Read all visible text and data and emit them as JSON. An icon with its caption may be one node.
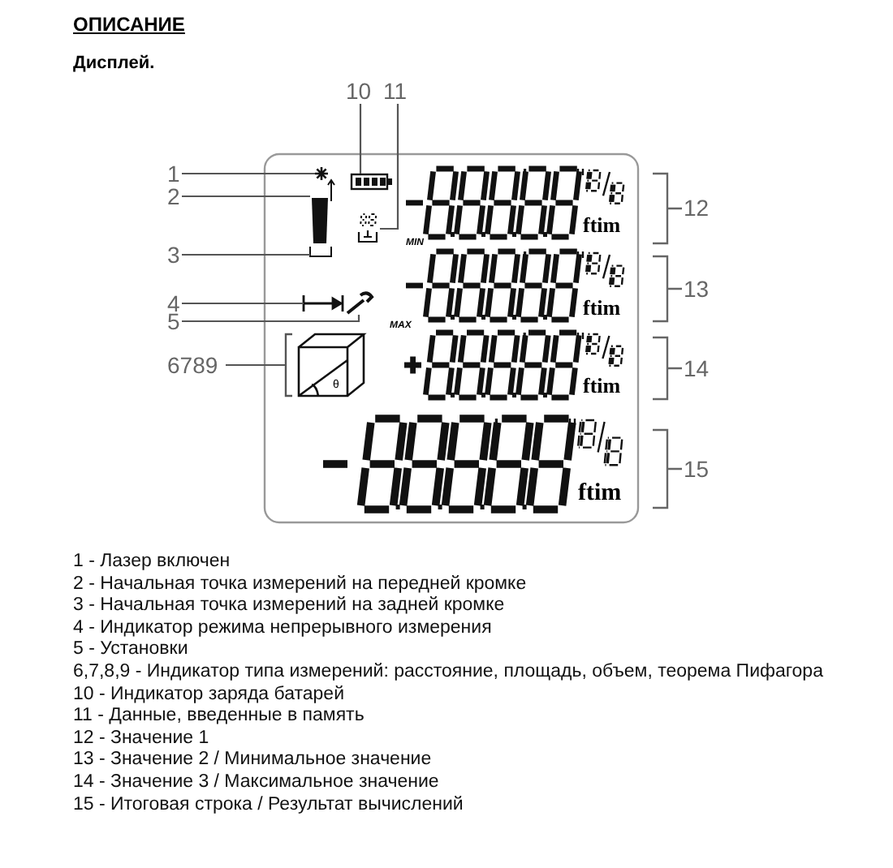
{
  "diagram": {
    "title": "ОПИСАНИЕ",
    "nodes": [
      {
        "text": [
          "1"
        ]
      },
      {
        "text": [
          "2"
        ]
      },
      {
        "text": [
          "3"
        ]
      },
      {
        "text": [
          "4"
        ]
      },
      {
        "text": [
          "5"
        ]
      },
      {
        "text": [
          "6789"
        ]
      },
      {
        "text": [
          "10"
        ]
      },
      {
        "text": [
          "11"
        ]
      },
      {
        "text": [],
        "shape": "star"
      },
      {
        "text": [],
        "shape": "bar"
      },
      {
        "text": [],
        "shape": "arrow"
      },
      {
        "text": [],
        "shape": "wrench"
      },
      {
        "text": [],
        "shape": "cube"
      },
      {
        "text": [],
        "shape": "battery"
      },
      {
        "text": [],
        "shape": "box"
      }
    ],
    "edges": [
      {
        "from": 0,
        "to": 8,
        "arrow": "none"
      },
      {
        "from": 1,
        "to": 9,
        "arrow": "none"
      },
      {
        "from": 2,
        "to": 9,
        "arrow": "none"
      },
      {
        "from": 3,
        "to": 10,
        "arrow": "none"
      },
      {
        "from": 4,
        "to": 11,
        "arrow": "none"
      },
      {
        "from": 5,
        "to": 12,
        "arrow": "none"
      },
      {
        "from": 6,
        "to": 13,
        "arrow": "none"
      },
      {
        "from": 7,
        "to": 14,
        "arrow": "none"
      }
    ],
    "labels": [
      "Дисплей.",
      "12",
      "MIN",
      "13",
      "MAX",
      "14",
      "θ",
      "15",
      "ftim",
      "ftim",
      "ftim",
      "ftim",
      "1 - Лазер включен",
      "2 - Начальная точка измерений на передней кромке",
      "3 - Начальная точка измерений на задней кромке",
      "4 - Индикатор режима непрерывного измерения",
      "5 - Установки",
      "6,7,8,9 - Индикатор типа измерений: расстояние, площадь, объем, теорема Пифагора",
      "10 - Индикатор заряда батарей",
      "11 - Данные, введенные в память",
      "12 - Значение 1",
      "13 - Значение 2 / Минимальное значение",
      "14 - Значение 3 / Максимальное значение",
      "15 - Итоговая строка / Результат вычислений"
    ]
  }
}
